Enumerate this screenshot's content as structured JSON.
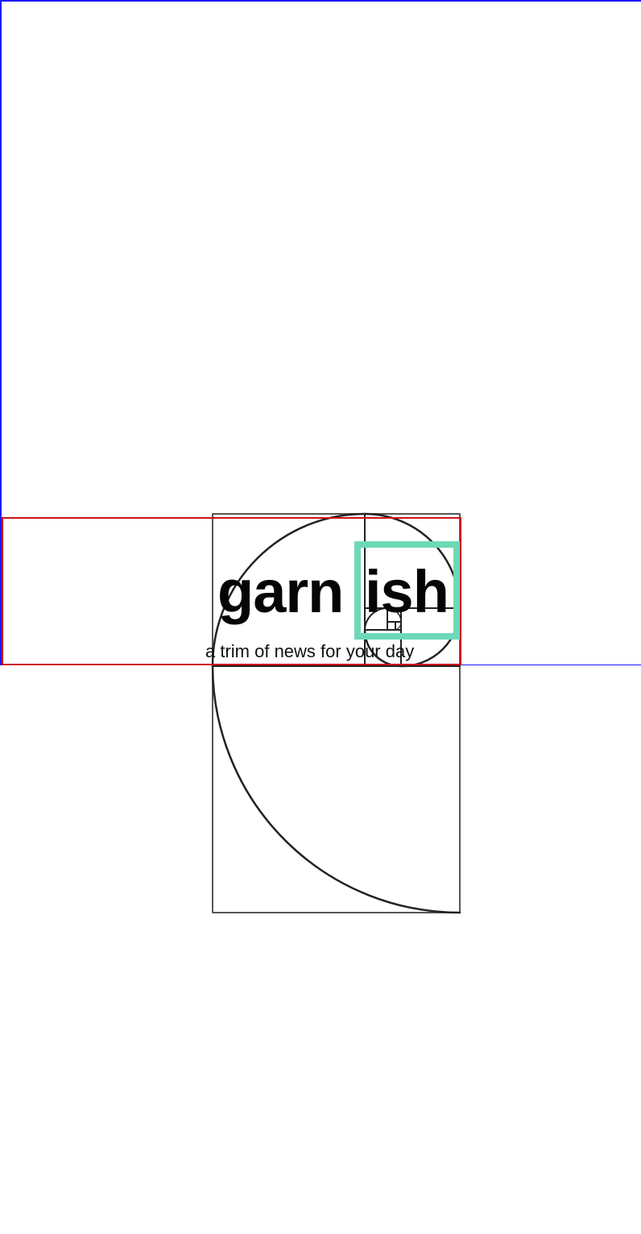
{
  "brand": {
    "logo_part_1": "garn",
    "logo_part_2": "ish",
    "tagline": "a trim of news for your day"
  },
  "colors": {
    "accent": "#6cd9b8",
    "debug_outline_blue": "#1a1aff",
    "debug_outline_red": "#d0101a",
    "text": "#050505",
    "background": "#ffffff"
  },
  "overlay": {
    "icon": "golden-spiral-icon"
  }
}
